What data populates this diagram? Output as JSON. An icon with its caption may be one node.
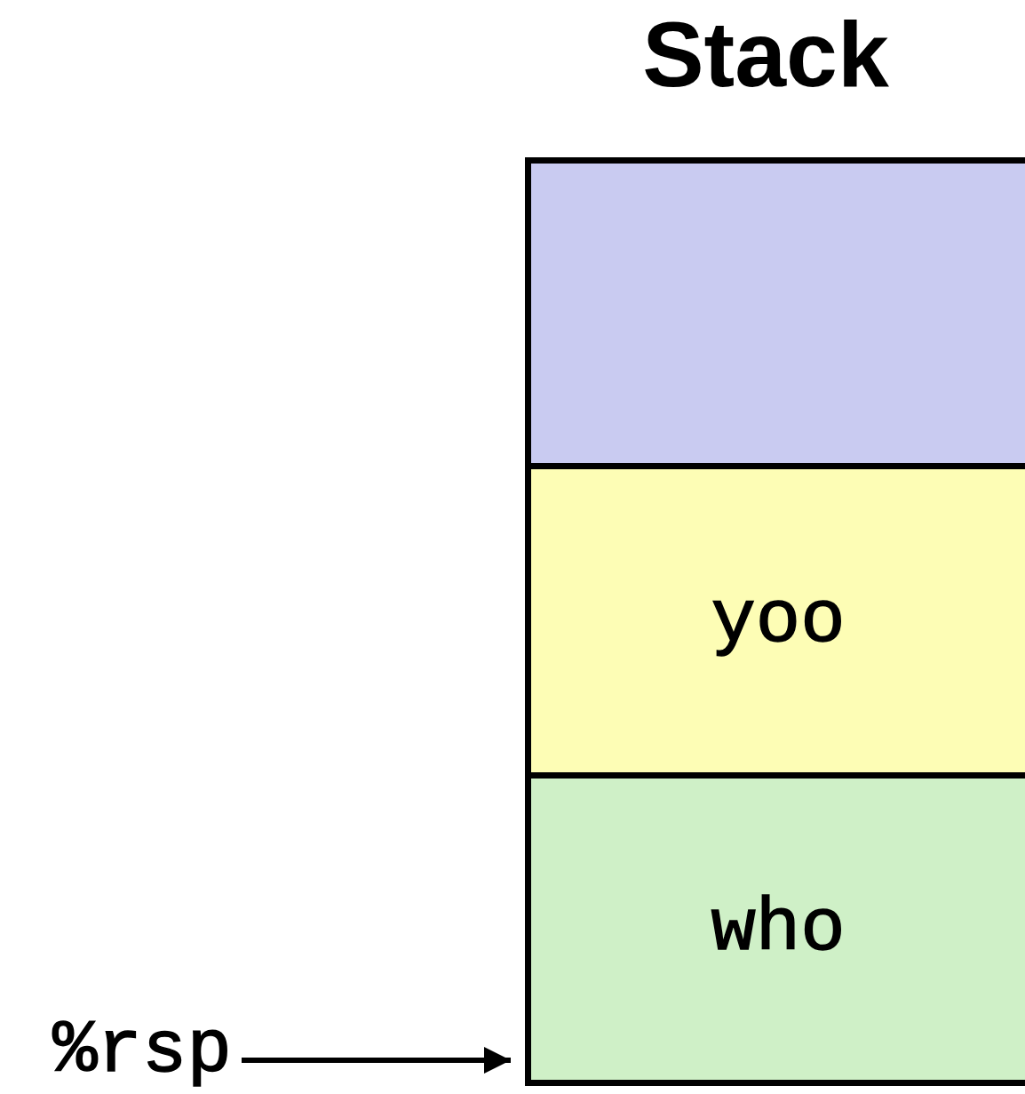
{
  "diagram": {
    "title": "Stack",
    "nodes": [
      {
        "text": [],
        "shape": "box"
      },
      {
        "text": [
          "yoo"
        ]
      },
      {
        "text": [
          "who"
        ]
      },
      {
        "text": [
          "%rsp"
        ]
      }
    ],
    "edges": [
      {
        "from": 3,
        "to": 2,
        "arrow": "to"
      }
    ]
  }
}
